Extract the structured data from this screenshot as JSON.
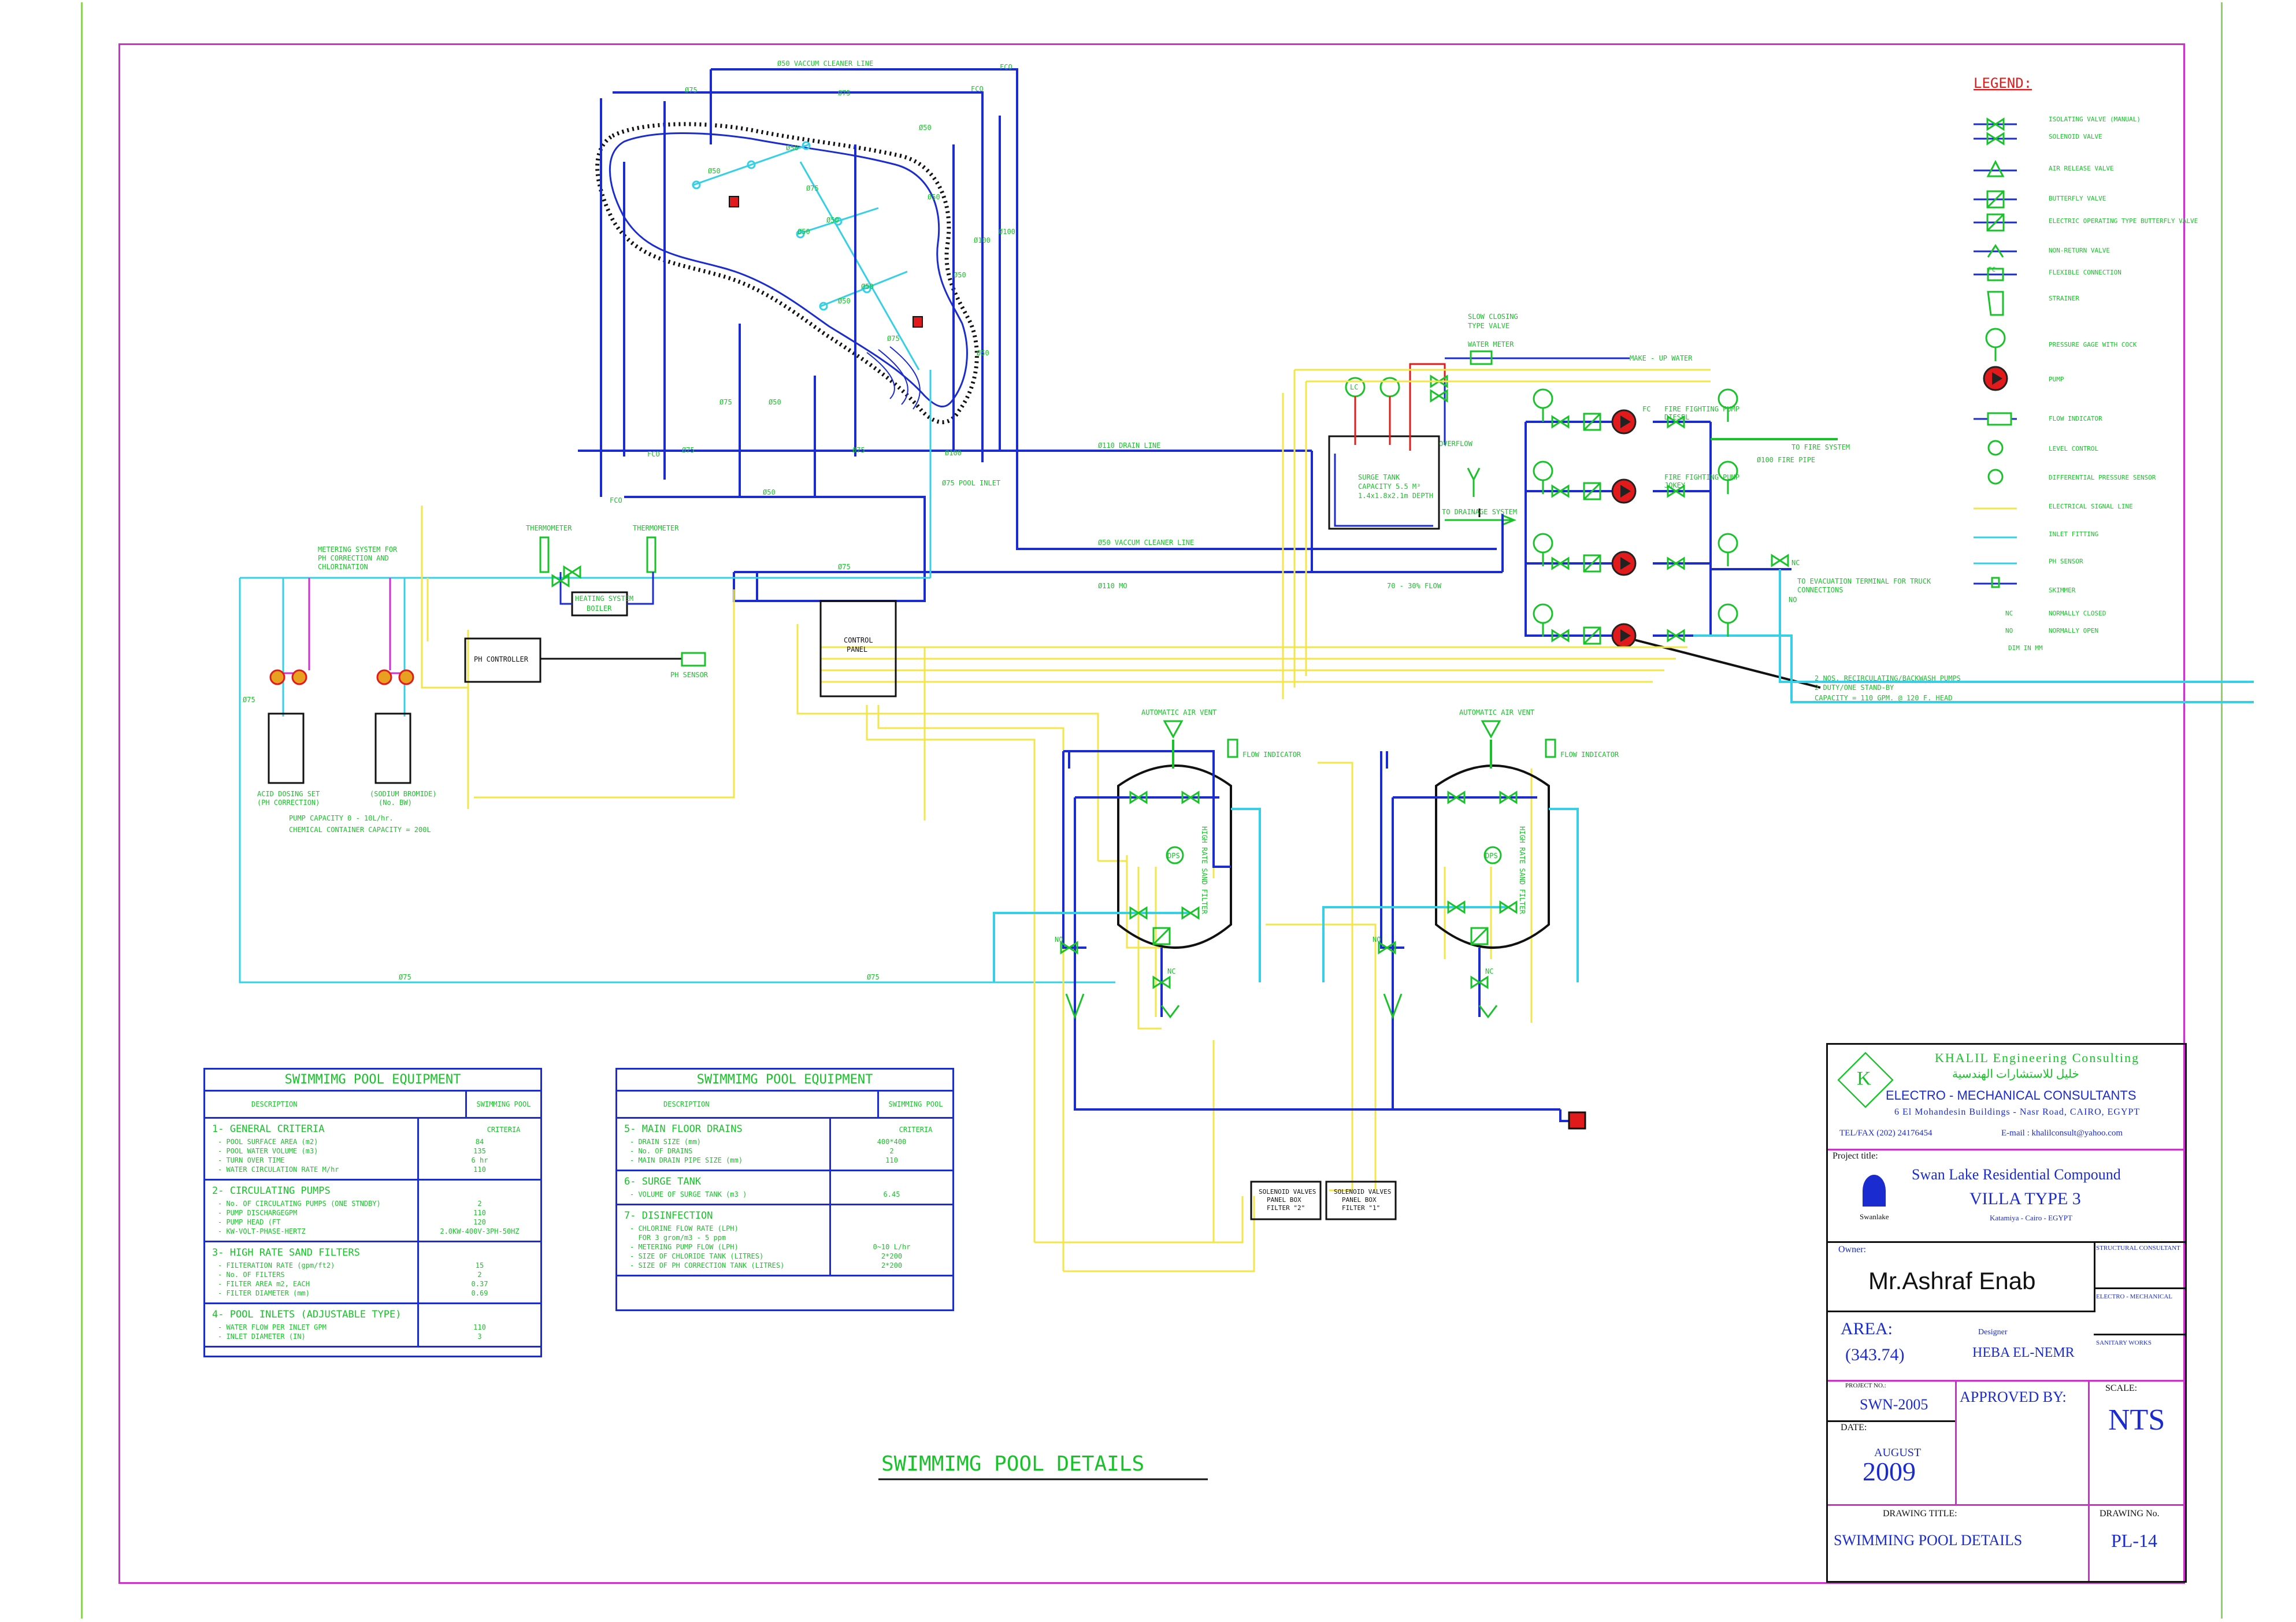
{
  "colors": {
    "pipe_blue": "#1a2bd0",
    "pipe_cyan": "#35d0e6",
    "signal_yellow": "#f2e64a",
    "label_green": "#18c229",
    "frame_magenta": "#d02fd0",
    "pump_red": "#e11b1b"
  },
  "pool": {
    "pipe_labels": [
      "Ø50 VACCUM CLEANER LINE",
      "Ø75",
      "Ø75",
      "Ø50",
      "Ø50",
      "Ø50",
      "Ø50",
      "Ø50",
      "Ø50",
      "Ø50",
      "Ø50",
      "Ø50",
      "Ø50",
      "Ø100",
      "Ø100",
      "Ø75",
      "Ø75",
      "Ø50",
      "Ø75",
      "Ø75",
      "Ø75",
      "Ø100",
      "Ø75 POOL INLET",
      "Ø50",
      "Ø75",
      "FCO",
      "FCO",
      "FCO",
      "FCO"
    ],
    "drain_label": "Ø110 DRAIN LINE",
    "vac_label": "Ø50 VACCUM CLEANER LINE",
    "mo_label": "Ø110 MO",
    "flow_label": "70 - 30% FLOW"
  },
  "surge": {
    "slow_valve": [
      "SLOW CLOSING",
      "TYPE VALVE"
    ],
    "water_meter": "WATER METER",
    "makeup": "MAKE - UP WATER",
    "tank": [
      "SURGE TANK",
      "CAPACITY 5.5 M³",
      "1.4x1.8x2.1m DEPTH"
    ],
    "overflow": "OVERFLOW",
    "drainage": "TO DRAINAGE SYSTEM",
    "lc": "LC"
  },
  "pumps": {
    "fire_diesel": [
      "FIRE FIGHTING PUMP",
      "DIESEL"
    ],
    "fire_jockey": [
      "FIRE FIGHTING PUMP",
      "JOKEY"
    ],
    "to_fire": "TO FIRE SYSTEM",
    "fire_pipe": "Ø100 FIRE PIPE",
    "evacuation": [
      "TO EVACUATION TERMINAL FOR TRUCK",
      "CONNECTIONS"
    ],
    "note": [
      "2 NOS. RECIRCULATING/BACKWASH PUMPS",
      "2 DUTY/ONE STAND-BY",
      "CAPACITY = 110  GPM. @ 120 F. HEAD"
    ],
    "fc": "FC",
    "nc": "NC",
    "no": "NO"
  },
  "chem": {
    "metering": [
      "METERING SYSTEM FOR",
      "PH CORRECTION AND",
      "CHLORINATION"
    ],
    "thermometer": "THERMOMETER",
    "heating": [
      "HEATING SYSTEM",
      "BOILER"
    ],
    "ph_controller": "PH CONTROLLER",
    "ph_sensor": "PH SENSOR",
    "control_panel": [
      "CONTROL",
      "PANEL"
    ],
    "acid": [
      "ACID DOSING SET",
      "(PH CORRECTION)"
    ],
    "sodium": [
      "(SODIUM BROMIDE)",
      "(No. BW)"
    ],
    "pump_cap": "PUMP CAPACITY  0 - 10L/hr.",
    "container_cap": "CHEMICAL CONTAINER CAPACITY = 200L",
    "pipe75": "Ø75"
  },
  "filters": {
    "vent": "AUTOMATIC AIR VENT",
    "flow_ind": "FLOW INDICATOR",
    "filter_label": "HIGH RATE SAND FILTER",
    "dps": "DPS",
    "box1": [
      "SOLENOID VALVES",
      "PANEL BOX",
      "FILTER \"2\""
    ],
    "box2": [
      "SOLENOID VALVES",
      "PANEL BOX",
      "FILTER \"1\""
    ],
    "pipe75a": "Ø75",
    "pipe75b": "Ø75",
    "nc": "NC",
    "no": "NO"
  },
  "legend": {
    "title": "LEGEND:",
    "items": [
      "ISOLATING VALVE (MANUAL)",
      "SOLENOID VALVE",
      "AIR RELEASE VALVE",
      "BUTTERFLY VALVE",
      "ELECTRIC OPERATING TYPE BUTTERFLY VALVE",
      "NON-RETURN VALVE",
      "FLEXIBLE CONNECTION",
      "STRAINER",
      "PRESSURE GAGE WITH COCK",
      "PUMP",
      "FLOW INDICATOR",
      "LEVEL CONTROL",
      "DIFFERENTIAL PRESSURE SENSOR",
      "ELECTRICAL SIGNAL LINE",
      "INLET FITTING",
      "PH SENSOR",
      "SKIMMER",
      "NORMALLY CLOSED",
      "NORMALLY OPEN",
      "DIM IN MM"
    ],
    "short_labels": [
      "FC",
      "NC",
      "NO"
    ]
  },
  "table1": {
    "title": "SWIMMIMG POOL EQUIPMENT",
    "col1": "DESCRIPTION",
    "col2": "SWIMMING POOL CRITERIA",
    "sections": [
      {
        "head": "1- GENERAL CRITERIA",
        "rows": [
          [
            "- POOL SURFACE AREA (m2)",
            "84"
          ],
          [
            "- POOL WATER VOLUME (m3)",
            "135"
          ],
          [
            "- TURN OVER TIME",
            "6 hr"
          ],
          [
            "- WATER CIRCULATION RATE M/hr",
            "110"
          ]
        ]
      },
      {
        "head": "2- CIRCULATING PUMPS",
        "rows": [
          [
            "- No. OF CIRCULATING PUMPS (ONE STNDBY)",
            "2"
          ],
          [
            "- PUMP DISCHARGEGPM",
            "110"
          ],
          [
            "- PUMP HEAD (FT",
            "120"
          ],
          [
            "- KW-VOLT-PHASE-HERTZ",
            "2.0KW-400V-3PH-50HZ"
          ]
        ]
      },
      {
        "head": "3- HIGH RATE SAND FILTERS",
        "rows": [
          [
            "- FILTERATION RATE (gpm/ft2)",
            "15"
          ],
          [
            "- No. OF FILTERS",
            "2"
          ],
          [
            "- FILTER AREA m2, EACH",
            "0.37"
          ],
          [
            "- FILTER DIAMETER (mm)",
            "0.69"
          ]
        ]
      },
      {
        "head": "4- POOL INLETS (ADJUSTABLE TYPE)",
        "rows": [
          [
            "- WATER FLOW PER INLET GPM",
            "110"
          ],
          [
            "- INLET DIAMETER (IN)",
            "3"
          ]
        ]
      }
    ]
  },
  "table2": {
    "title": "SWIMMIMG POOL EQUIPMENT",
    "col1": "DESCRIPTION",
    "col2": "SWIMMING POOL CRITERIA",
    "sections": [
      {
        "head": "5- MAIN FLOOR DRAINS",
        "rows": [
          [
            "- DRAIN SIZE (mm)",
            "400*400"
          ],
          [
            "- No. OF DRAINS",
            "2"
          ],
          [
            "- MAIN DRAIN PIPE SIZE (mm)",
            "110"
          ]
        ]
      },
      {
        "head": "6- SURGE TANK",
        "rows": [
          [
            "- VOLUME OF SURGE TANK (m3 )",
            "6.45"
          ]
        ]
      },
      {
        "head": "7- DISINFECTION",
        "rows": [
          [
            "- CHLORINE FLOW RATE (LPH)",
            ""
          ],
          [
            "  FOR 3 grom/m3 - 5 ppm",
            ""
          ],
          [
            "- METERING PUMP FLOW (LPH)",
            "0~10 L/hr"
          ],
          [
            "- SIZE OF CHLORIDE TANK (LITRES)",
            "2*200"
          ],
          [
            "- SIZE OF PH CORRECTION TANK (LITRES)",
            "2*200"
          ]
        ]
      }
    ]
  },
  "drawing_title": "SWIMMIMG  POOL  DETAILS",
  "title_block": {
    "company": "KHALIL Engineering Consulting",
    "company_ar": "خليل للاستشارات الهندسية",
    "subtitle": "ELECTRO - MECHANICAL CONSULTANTS",
    "address": "6  El Mohandesin Buildings - Nasr Road, CAIRO, EGYPT",
    "tel": "TEL/FAX (202) 24176454",
    "email": "E-mail : khalilconsult@yahoo.com",
    "project_title_label": "Project title:",
    "project_name": "Swan Lake Residential Compound",
    "villa": "VILLA TYPE 3",
    "location": "Katamiya - Cairo - EGYPT",
    "swanlake": "Swanlake",
    "owner_label": "Owner:",
    "owner": "Mr.Ashraf Enab",
    "structural": "STRUCTURAL CONSULTANT",
    "electro": "ELECTRO - MECHANICAL",
    "sanitary": "SANITARY WORKS",
    "area_label": "AREA:",
    "area": "(343.74)",
    "designer_label": "Designer",
    "designer": "HEBA EL-NEMR",
    "project_no_label": "PROJECT NO.:",
    "project_no": "SWN-2005",
    "approved": "APPROVED BY:",
    "scale_label": "SCALE:",
    "scale": "NTS",
    "date_label": "DATE:",
    "month": "AUGUST",
    "year": "2009",
    "drawing_title_label": "DRAWING TITLE:",
    "drawing_title": "SWIMMING POOL DETAILS",
    "drawing_no_label": "DRAWING No.",
    "drawing_no": "PL-14"
  }
}
